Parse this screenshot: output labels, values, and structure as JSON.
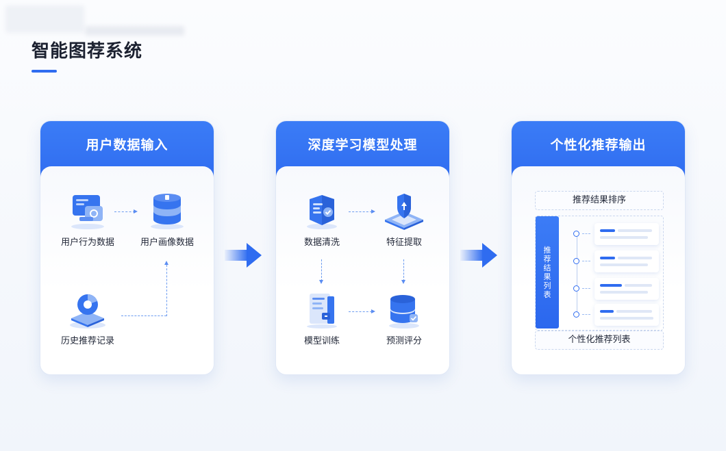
{
  "page": {
    "title": "智能图荐系统"
  },
  "panels": [
    {
      "title": "用户数据输入",
      "nodes": [
        "用户行为数据",
        "用户画像数据",
        "历史推荐记录"
      ]
    },
    {
      "title": "深度学习模型处理",
      "nodes": [
        "数据清洗",
        "特征提取",
        "模型训练",
        "预测评分"
      ]
    },
    {
      "title": "个性化推荐输出",
      "top_box": "推荐结果排序",
      "side_label": "推荐结果列表",
      "bottom_box": "个性化推荐列表",
      "list_rows": 4
    }
  ],
  "colors": {
    "accent": "#2f6cf0",
    "accent_light": "#dfe7f6"
  }
}
